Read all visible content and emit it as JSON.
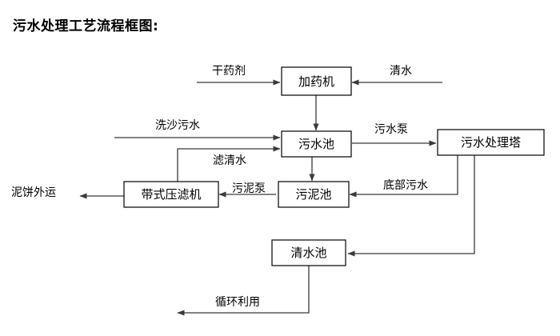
{
  "title": "污水处理工艺流程框图:",
  "nodes": {
    "dosing_machine": "加药机",
    "sewage_pool": "污水池",
    "treatment_tower": "污水处理塔",
    "belt_filter_press": "带式压滤机",
    "sludge_pool": "污泥池",
    "clean_water_pool": "清水池"
  },
  "edge_labels": {
    "dry_chemical": "干药剂",
    "clean_water_in": "清水",
    "sand_wash_sewage": "洗沙污水",
    "filtered_clear_water": "滤清水",
    "sewage_pump": "污水泵",
    "sludge_pump": "污泥泵",
    "bottom_sewage": "底部污水",
    "mud_cake_out": "泥饼外运",
    "recycle_reuse": "循环利用"
  },
  "colors": {
    "background": "#ffffff",
    "box_stroke": "#000000",
    "line_stroke": "#3a3a3a",
    "text": "#000000"
  }
}
